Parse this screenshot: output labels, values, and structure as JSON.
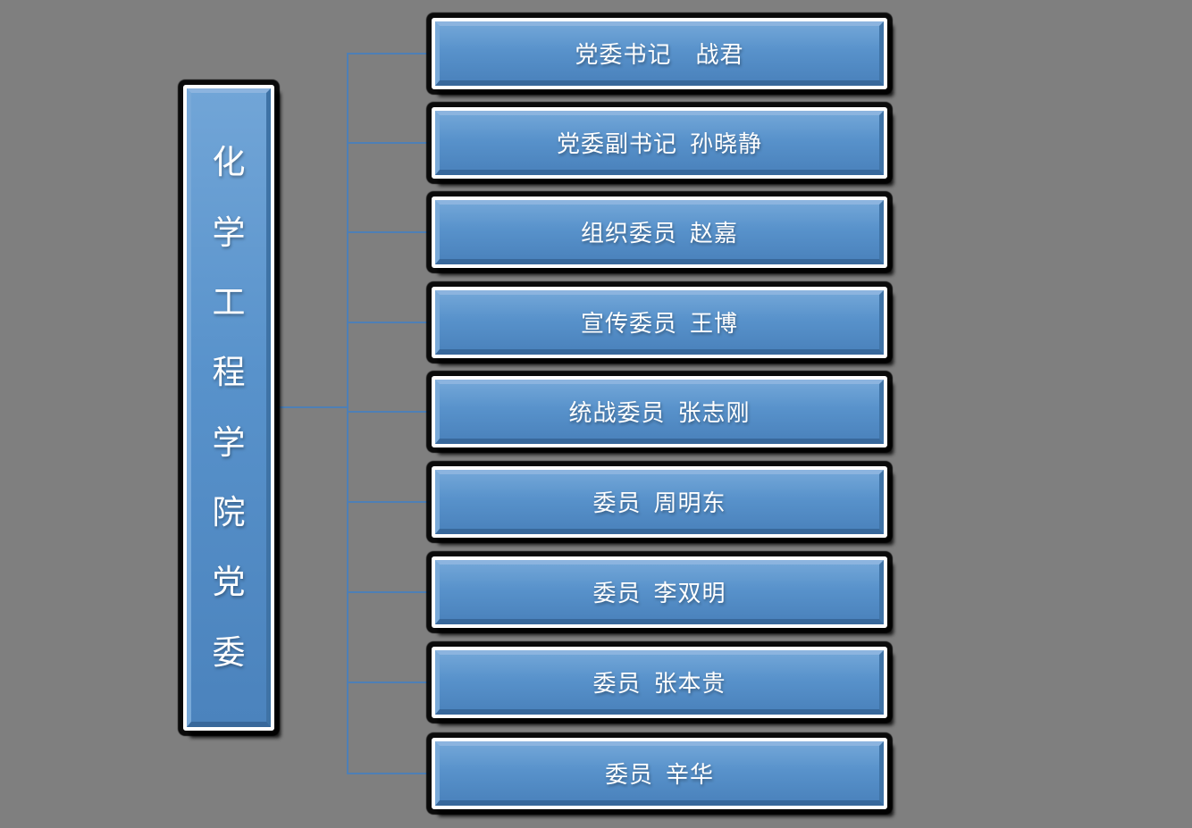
{
  "page": {
    "background": "#7f7f7f"
  },
  "diagram": {
    "type": "org-chart",
    "root": {
      "label": "化学工程学院党委"
    },
    "members": [
      {
        "label": "党委书记　战君"
      },
      {
        "label": "党委副书记 孙晓静"
      },
      {
        "label": "组织委员 赵嘉"
      },
      {
        "label": "宣传委员 王博"
      },
      {
        "label": "统战委员 张志刚"
      },
      {
        "label": "委员 周明东"
      },
      {
        "label": "委员 李双明"
      },
      {
        "label": "委员 张本贵"
      },
      {
        "label": "委员 辛华"
      }
    ],
    "colors": {
      "background": "#7f7f7f",
      "connector": "#4e7fb5",
      "box_border": "#ffffff",
      "box_fill_top": "#71a5d7",
      "box_fill_mid": "#5892cb",
      "box_fill_bottom": "#4b83bd",
      "bevel_top": "#8cb4df",
      "bevel_left": "#79a9d8",
      "bevel_right": "#3f73a6",
      "bevel_bottom": "#38689b",
      "shadow": "#000000",
      "text": "#ffffff"
    }
  }
}
